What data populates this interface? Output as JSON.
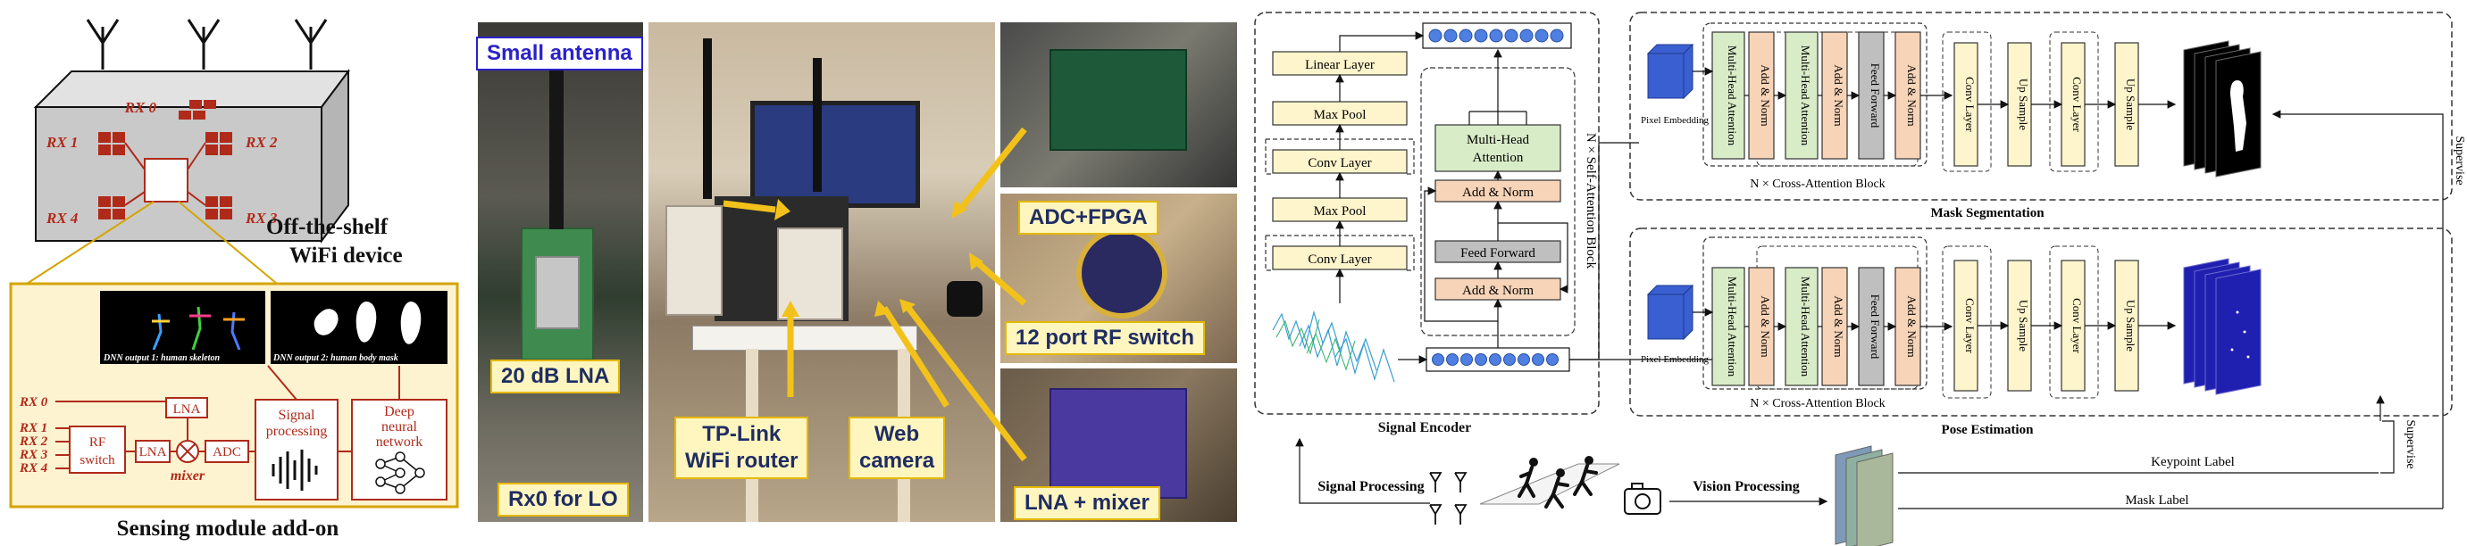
{
  "panel_a": {
    "device_label_1": "Off-the-shelf",
    "device_label_2": "WiFi device",
    "rx_labels": [
      "RX 0",
      "RX 1",
      "RX 2",
      "RX 3",
      "RX 4"
    ],
    "dnn_output_1": "DNN output 1: human skeleton",
    "dnn_output_2": "DNN output 2: human body mask",
    "rx_inputs": [
      "RX 0",
      "RX 1",
      "RX 2",
      "RX 3",
      "RX 4"
    ],
    "rf_switch": "RF switch",
    "lna_top": "LNA",
    "lna_left": "LNA",
    "adc": "ADC",
    "mixer": "mixer",
    "signal_processing": "Signal processing",
    "deep_neural_network": "Deep neural network",
    "module_caption": "Sensing module add-on",
    "colors": {
      "red": "#b02a1a",
      "panel_fill": "#fdf3d0",
      "panel_border": "#d4a400"
    }
  },
  "panel_b": {
    "labels": {
      "small_antenna": "Small antenna",
      "lna_20db": "20 dB LNA",
      "rx0_lo": "Rx0 for LO",
      "tplink_1": "TP-Link",
      "tplink_2": "WiFi router",
      "webcam_1": "Web",
      "webcam_2": "camera",
      "adc_fpga": "ADC+FPGA",
      "rf_switch_12": "12 port RF switch",
      "lna_mixer": "LNA + mixer"
    },
    "colors": {
      "label_fill": "#fff6bf",
      "label_border": "#e5b800",
      "arrow": "#f2c21b"
    }
  },
  "panel_c": {
    "encoder": {
      "linear_layer": "Linear Layer",
      "max_pool_1": "Max Pool",
      "conv_layer_1": "Conv Layer",
      "max_pool_2": "Max Pool",
      "conv_layer_2": "Conv Layer",
      "mha": "Multi-Head Attention",
      "add_norm_1": "Add & Norm",
      "feed_forward": "Feed Forward",
      "add_norm_2": "Add & Norm",
      "self_attn_block": "N × Self-Attention Block",
      "caption": "Signal Encoder"
    },
    "mask_branch": {
      "pixel_embedding": "Pixel Embedding",
      "mha_1": "Multi-Head Attention",
      "add_norm_1": "Add & Norm",
      "mha_2": "Multi-Head Attention",
      "add_norm_2": "Add & Norm",
      "feed_forward": "Feed Forward",
      "add_norm_3": "Add & Norm",
      "conv_1": "Conv Layer",
      "up_1": "Up Sample",
      "conv_2": "Conv Layer",
      "up_2": "Up Sample",
      "cross_block": "N × Cross-Attention Block",
      "caption": "Mask Segmentation",
      "supervise": "Supervise"
    },
    "pose_branch": {
      "pixel_embedding": "Pixel Embedding",
      "mha_1": "Multi-Head Attention",
      "add_norm_1": "Add & Norm",
      "mha_2": "Multi-Head Attention",
      "add_norm_2": "Add & Norm",
      "feed_forward": "Feed Forward",
      "add_norm_3": "Add & Norm",
      "conv_1": "Conv Layer",
      "up_1": "Up Sample",
      "conv_2": "Conv Layer",
      "up_2": "Up Sample",
      "cross_block": "N × Cross-Attention Block",
      "caption": "Pose Estimation",
      "supervise": "Supervise"
    },
    "bottom": {
      "signal_processing": "Signal Processing",
      "vision_processing": "Vision Processing",
      "keypoint_label": "Keypoint Label",
      "mask_label": "Mask Label"
    },
    "colors": {
      "block_yellow": "#fff5cc",
      "block_green": "#d8ecc8",
      "block_peach": "#f7d4b8",
      "block_gray": "#bfbfbf",
      "token_blue": "#4f7fe0",
      "embed_blue": "#3a5fd0"
    }
  }
}
